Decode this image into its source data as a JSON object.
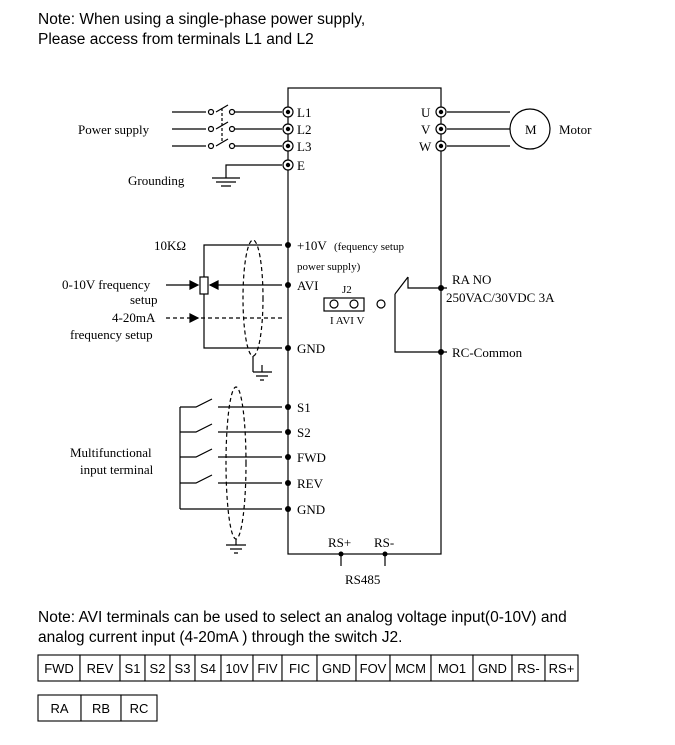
{
  "notes": {
    "top_line1": "Note: When using a single-phase power supply,",
    "top_line2": "Please access from terminals L1 and L2",
    "bottom_line1": "Note: AVI terminals can be used to select an analog voltage input(0-10V) and",
    "bottom_line2": "analog current input (4-20mA ) through the switch J2."
  },
  "labels": {
    "power_supply": "Power supply",
    "grounding": "Grounding",
    "resistor": "10KΩ",
    "voltage_setup_1": "0-10V frequency",
    "voltage_setup_2": "setup",
    "current_setup_1": "4-20mA",
    "current_setup_2": "frequency setup",
    "multi_1": "Multifunctional",
    "multi_2": "input terminal",
    "motor_symbol": "M",
    "motor": "Motor",
    "ra_no": "RA  NO",
    "relay_rating": "250VAC/30VDC 3A",
    "rc_common": "RC-Common",
    "j2": "J2",
    "j2_options": "I  AVI  V",
    "rs485": "RS485",
    "rs_plus": "RS+",
    "rs_minus": "RS-"
  },
  "left_terminals": {
    "l1": "L1",
    "l2": "L2",
    "l3": "L3",
    "e": "E",
    "plus10v": "+10V",
    "plus10v_desc_1": "(fequency setup",
    "plus10v_desc_2": "power supply)",
    "avi": "AVI",
    "gnd1": "GND",
    "s1": "S1",
    "s2": "S2",
    "fwd": "FWD",
    "rev": "REV",
    "gnd2": "GND"
  },
  "right_terminals": {
    "u": "U",
    "v": "V",
    "w": "W"
  },
  "terminal_strip_row1": [
    "FWD",
    "REV",
    "S1",
    "S2",
    "S3",
    "S4",
    "10V",
    "FIV",
    "FIC",
    "GND",
    "FOV",
    "MCM",
    "MO1",
    "GND",
    "RS-",
    "RS+"
  ],
  "terminal_strip_row2": [
    "RA",
    "RB",
    "RC"
  ]
}
